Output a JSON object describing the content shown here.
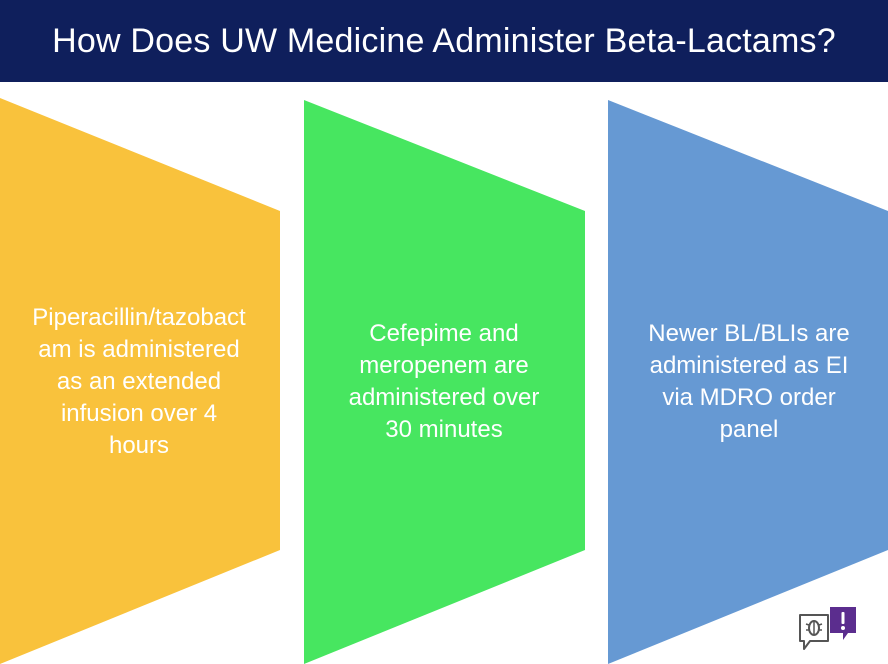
{
  "header": {
    "title": "How Does UW Medicine Administer Beta-Lactams?"
  },
  "steps": [
    {
      "color": "#f9c23c",
      "lines": [
        "Piperacillin/tazobact",
        "am is administered",
        "as an extended",
        "infusion over 4",
        "hours"
      ]
    },
    {
      "color": "#47e660",
      "lines": [
        "Cefepime and",
        "meropenem are",
        "administered over",
        "30 minutes"
      ]
    },
    {
      "color": "#6699d3",
      "lines": [
        "Newer BL/BLIs are",
        "administered as EI",
        "via MDRO order",
        "panel"
      ]
    }
  ],
  "logo": {
    "icon": "speech-bubble-bug-icon",
    "accent": "#5b2d8e"
  }
}
